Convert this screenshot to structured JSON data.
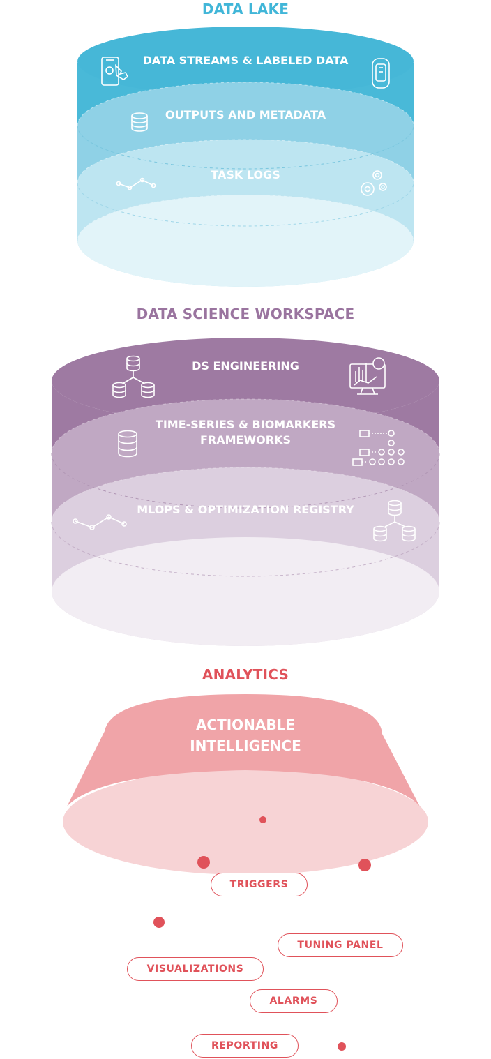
{
  "data_lake": {
    "title": "DATA LAKE",
    "layers": [
      "DATA STREAMS & LABELED DATA",
      "OUTPUTS AND METADATA",
      "TASK LOGS"
    ],
    "colors": {
      "title": "#41b6d8",
      "top": "#46b7d7",
      "mid": "#8fd1e6",
      "low": "#bde5f1",
      "base": "#e2f4f9"
    }
  },
  "ds_workspace": {
    "title": "DATA SCIENCE WORKSPACE",
    "layers": [
      "DS ENGINEERING",
      "TIME-SERIES & BIOMARKERS",
      "FRAMEWORKS",
      "MLOPS & OPTIMIZATION REGISTRY"
    ],
    "colors": {
      "title": "#9a749f",
      "top": "#9e7aa2",
      "mid": "#c0a8c3",
      "low": "#dccfdf",
      "base": "#f2edf3"
    }
  },
  "analytics": {
    "title": "ANALYTICS",
    "center": [
      "ACTIONABLE",
      "INTELLIGENCE"
    ],
    "outputs": [
      "TRIGGERS",
      "TUNING PANEL",
      "VISUALIZATIONS",
      "ALARMS",
      "REPORTING"
    ],
    "colors": {
      "title": "#e0525a",
      "cap": "#f0a4a8",
      "base": "#f7d3d5",
      "accent": "#e0525a"
    }
  }
}
